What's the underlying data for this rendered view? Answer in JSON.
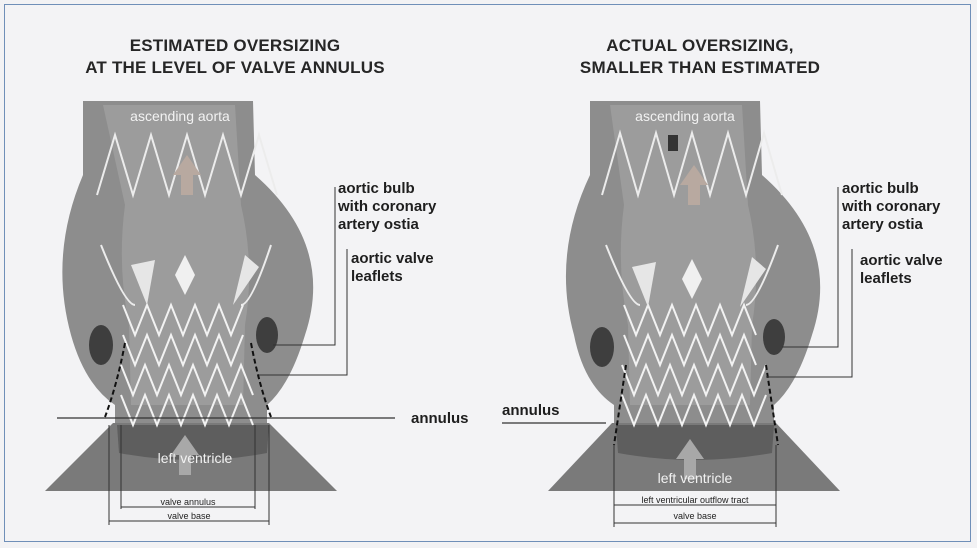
{
  "panels": [
    {
      "title_line1": "ESTIMATED OVERSIZING",
      "title_line2": "AT THE LEVEL OF VALVE ANNULUS",
      "label_ascending_aorta": "ascending aorta",
      "label_left_ventricle": "left ventricle",
      "label_bulb_1": "aortic bulb",
      "label_bulb_2": "with coronary",
      "label_bulb_3": "artery ostia",
      "label_leaflets_1": "aortic valve",
      "label_leaflets_2": "leaflets",
      "label_annulus": "annulus",
      "measure_inner": "valve annulus",
      "measure_outer": "valve base"
    },
    {
      "title_line1": "ACTUAL OVERSIZING,",
      "title_line2": "SMALLER THAN ESTIMATED",
      "label_ascending_aorta": "ascending aorta",
      "label_left_ventricle": "left ventricle",
      "label_bulb_1": "aortic bulb",
      "label_bulb_2": "with coronary",
      "label_bulb_3": "artery ostia",
      "label_leaflets_1": "aortic valve",
      "label_leaflets_2": "leaflets",
      "label_annulus": "annulus",
      "measure_inner": "left ventricular outflow tract",
      "measure_outer": "valve base"
    }
  ],
  "colors": {
    "tissue": "#8d8d8d",
    "tissue_dark": "#6e6e6e",
    "ventricle": "#7a7a7a",
    "stent": "#e9e9e9",
    "frame_border": "#6f8fb8",
    "background": "#f3f3f5"
  }
}
